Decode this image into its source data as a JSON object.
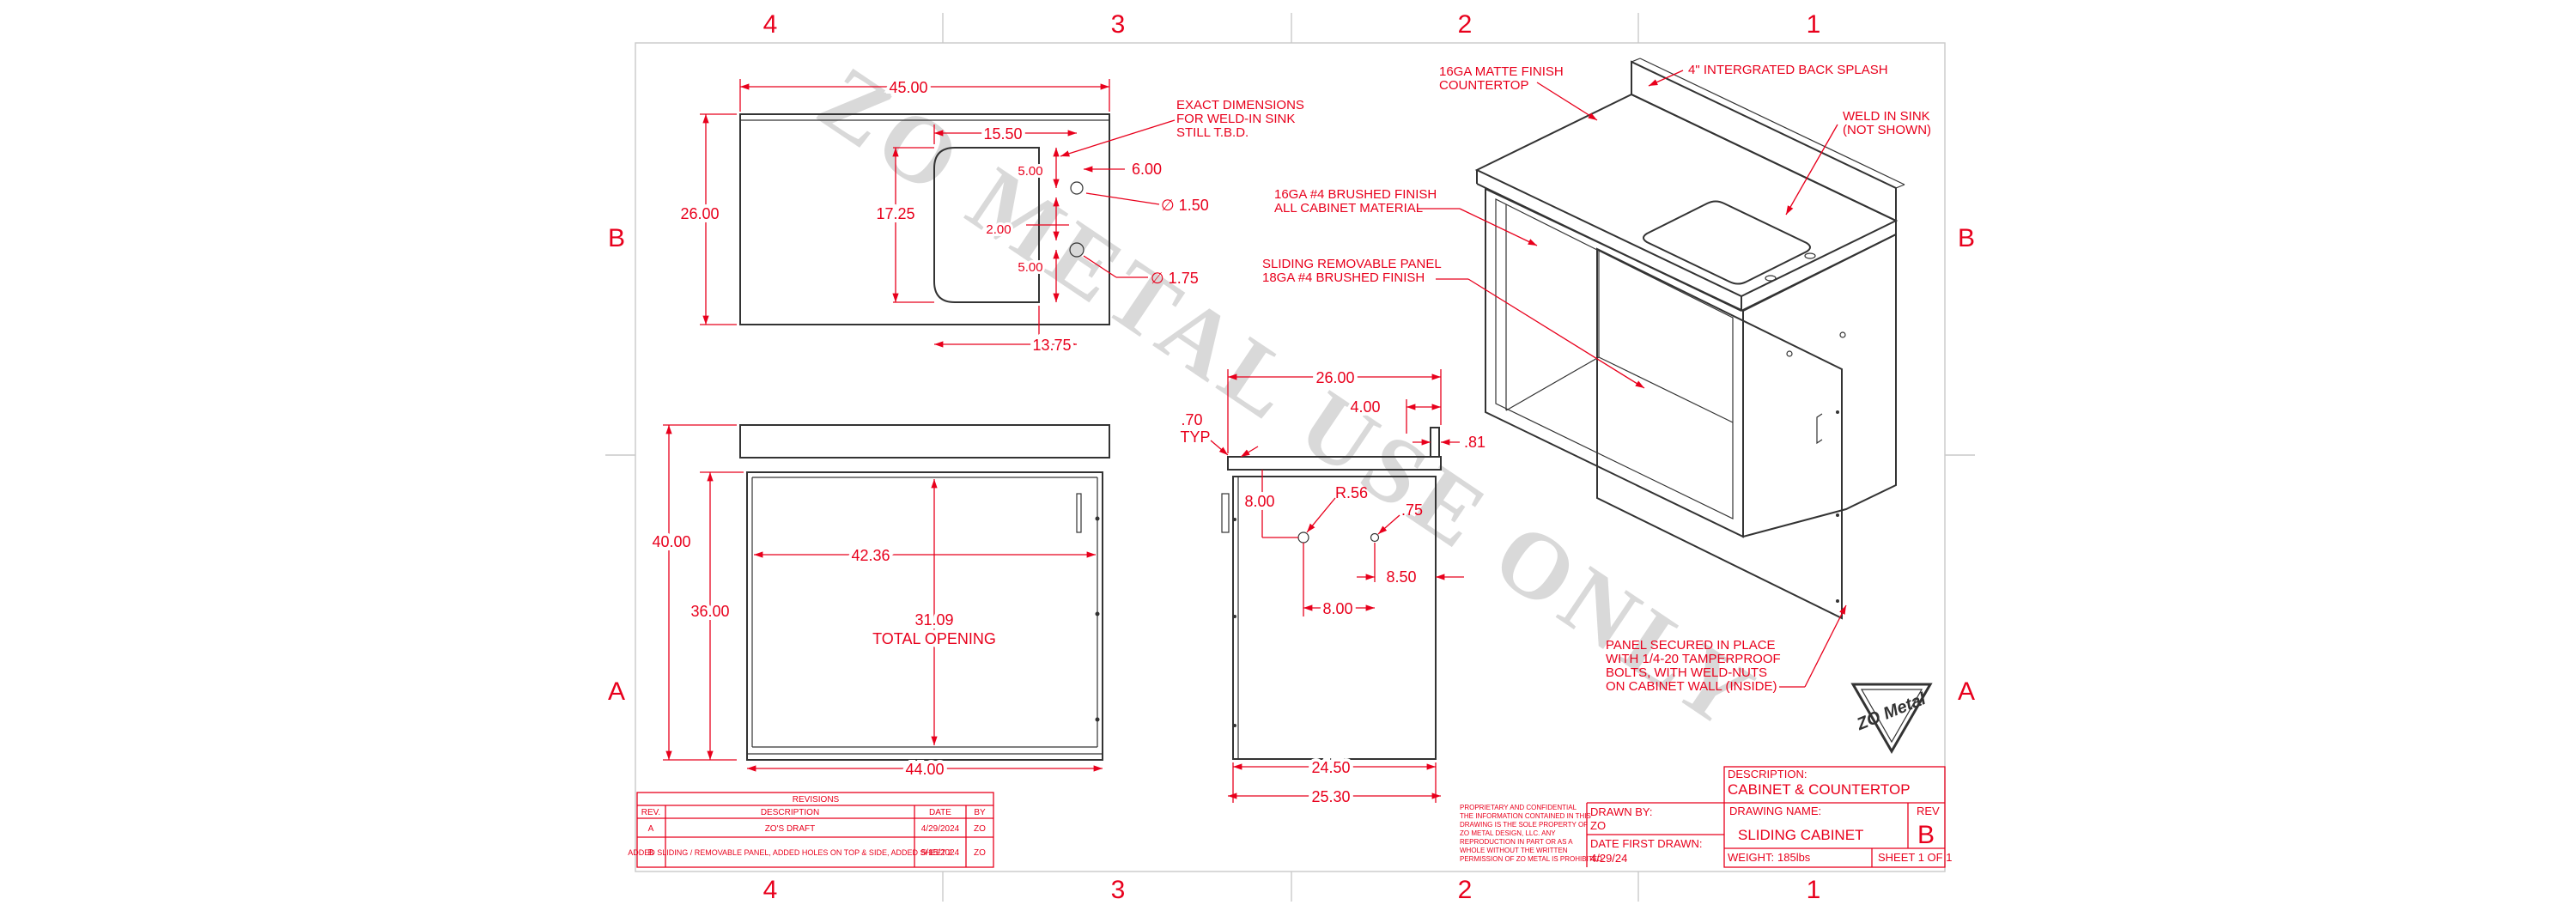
{
  "zones": {
    "columns": [
      "4",
      "3",
      "2",
      "1"
    ],
    "rows": [
      "B",
      "A"
    ]
  },
  "watermark": "ZO METAL USE ONLY",
  "top_view": {
    "width": "45.00",
    "depth": "26.00",
    "sink_offset_x": "15.50",
    "sink_depth": "17.25",
    "hole_spacing_top": "5.00",
    "hole_offset_right": "6.00",
    "hole_diameter_1": "∅ 1.50",
    "hole_spacing_mid": "2.00",
    "hole_spacing_bottom": "5.00",
    "hole_diameter_2": "∅ 1.75",
    "sink_width": "13.75",
    "note": [
      "EXACT DIMENSIONS",
      "FOR WELD-IN SINK",
      "STILL T.B.D."
    ]
  },
  "front_view": {
    "total_height": "40.00",
    "cabinet_height": "36.00",
    "opening_width": "42.36",
    "opening_height": "31.09",
    "opening_label": "TOTAL OPENING",
    "cabinet_width": "44.00"
  },
  "side_view": {
    "depth_top": "26.00",
    "inset": "4.00",
    "thickness": ".70",
    "thickness_note": "TYP",
    "splash": ".81",
    "hole_height": "8.00",
    "radius": "R.56",
    "hole_small": ".75",
    "hole_offset": "8.50",
    "hole_spacing": "8.00",
    "cabinet_depth": "24.50",
    "overall_depth": "25.30"
  },
  "iso_view": {
    "callouts": [
      [
        "16GA MATTE FINISH",
        "COUNTERTOP"
      ],
      [
        "4\" INTERGRATED BACK SPLASH"
      ],
      [
        "WELD IN SINK",
        "(NOT SHOWN)"
      ],
      [
        "16GA #4 BRUSHED FINISH",
        "ALL CABINET MATERIAL"
      ],
      [
        "SLIDING REMOVABLE PANEL",
        "18GA #4 BRUSHED FINISH"
      ],
      [
        "PANEL SECURED IN PLACE",
        "WITH 1/4-20 TAMPERPROOF",
        "BOLTS, WITH WELD-NUTS",
        "ON CABINET WALL (INSIDE)"
      ]
    ]
  },
  "revisions": {
    "title": "REVISIONS",
    "headers": [
      "REV.",
      "DESCRIPTION",
      "DATE",
      "BY"
    ],
    "rows": [
      [
        "A",
        "ZO'S DRAFT",
        "4/29/2024",
        "ZO"
      ],
      [
        "B",
        "ADDED SLIDING / REMOVABLE PANEL, ADDED HOLES ON TOP & SIDE, ADDED SHEET 2",
        "5/15/2024",
        "ZO"
      ]
    ]
  },
  "title_block": {
    "proprietary": [
      "PROPRIETARY AND CONFIDENTIAL",
      "THE INFORMATION CONTAINED IN THIS",
      "DRAWING IS THE SOLE PROPERTY OF",
      "ZO METAL DESIGN, LLC. ANY",
      "REPRODUCTION IN PART OR AS A",
      "WHOLE WITHOUT THE WRITTEN",
      "PERMISSION OF ZO METAL IS PROHIBITED."
    ],
    "drawn_by_label": "DRAWN BY:",
    "drawn_by": "ZO",
    "date_label": "DATE FIRST DRAWN:",
    "date": "4/29/24",
    "description_label": "DESCRIPTION:",
    "description": "CABINET & COUNTERTOP",
    "drawing_name_label": "DRAWING NAME:",
    "drawing_name": "SLIDING CABINET",
    "rev_label": "REV",
    "rev": "B",
    "weight_label": "WEIGHT:",
    "weight": "185lbs",
    "sheet": "SHEET 1 OF 1",
    "logo_text": "ZO Metal"
  }
}
